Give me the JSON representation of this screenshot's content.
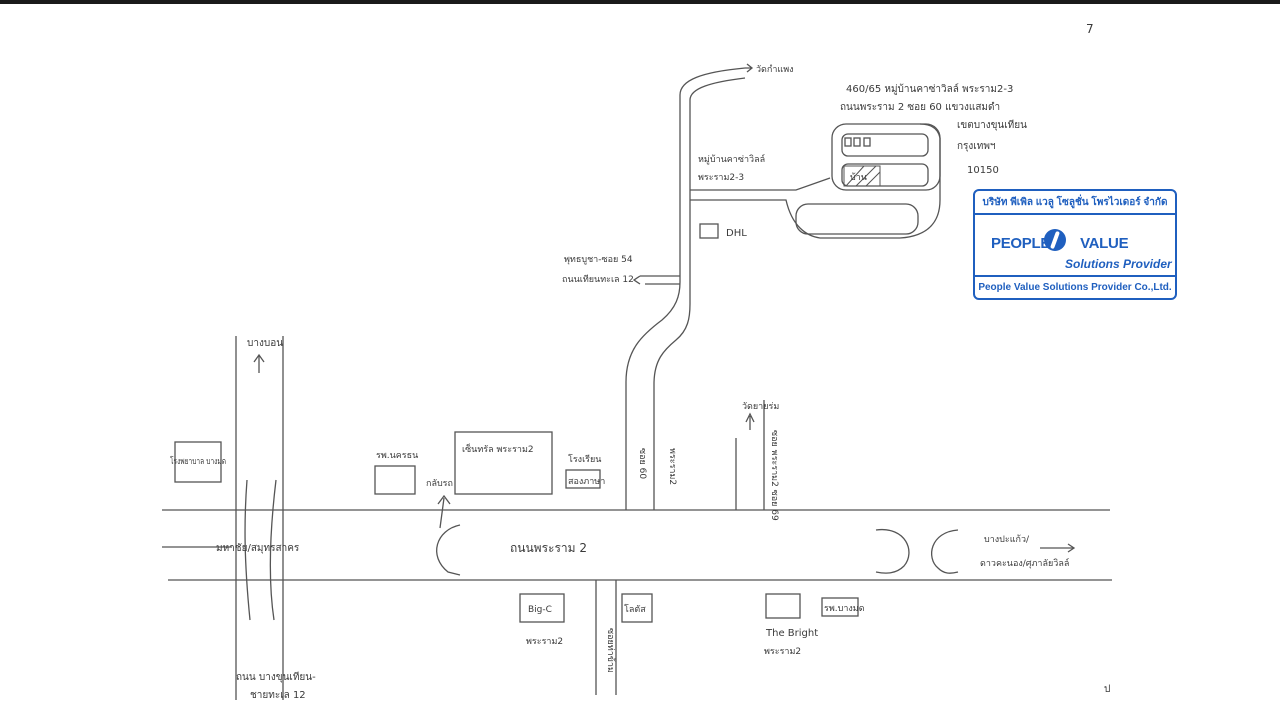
{
  "page_number": "7",
  "corner_mark": "ป",
  "address": {
    "line1": "460/65 หมู่บ้านคาซ่าวิลล์ พระราม2-3",
    "line2": "ถนนพระราม 2 ซอย 60 แขวงแสมดำ",
    "line3": "เขตบางขุนเทียน",
    "line4": "กรุงเทพฯ",
    "line5": "10150"
  },
  "labels": {
    "top_arrow_dest": "วัดกำแพง",
    "village_line1": "หมู่บ้านคาซ่าวิลล์",
    "village_line2": "พระราม2-3",
    "dhl": "DHL",
    "house": "บ้าน",
    "side_arrow_line1": "พุทธบูชา-ซอย 54",
    "side_arrow_line2": "ถนนเทียนทะเล 12",
    "north_arrow": "บางบอน",
    "hospital_left": "โรงพยาบาล บางมด",
    "junction": "มหาชัย/สมุทรสาคร",
    "rp_nakhon": "รพ.นครธน",
    "central": "เซ็นทรัล พระราม2",
    "uturn_label": "กลับรถ",
    "school_line1": "โรงเรียน",
    "school_line2": "สองภาษา",
    "soi_60": "ซอย 60",
    "rama2_short": "พระราม2",
    "wat_label": "วัดยายร่ม",
    "soi_rama2_right": "ซอย พระราม2 ซอย 69",
    "main_road": "ถนนพระราม 2",
    "dest_right_line1": "บางปะแก้ว/",
    "dest_right_line2": "ดาวคะนอง/ศุภาลัยวิลล์",
    "bigc": "Big-C",
    "bigc_sub": "พระราม2",
    "market_soi": "ซอยท่าข้าม",
    "lotus": "โลตัส",
    "the_bright": "The Bright",
    "the_bright_sub": "พระราม2",
    "bangmod": "รพ.บางมด",
    "bottom_left_line1": "ถนน บางขุนเทียน-",
    "bottom_left_line2": "ชายทะเล 12"
  },
  "stamp": {
    "thai_name": "บริษัท พีเพิล แวลู โซลูชั่น โพรไวเดอร์ จำกัด",
    "brand_people": "PEOPLE",
    "brand_value": "VALUE",
    "brand_sub": "Solutions Provider",
    "english_name": "People Value Solutions Provider Co.,Ltd.",
    "color": "#1f5fbf"
  }
}
